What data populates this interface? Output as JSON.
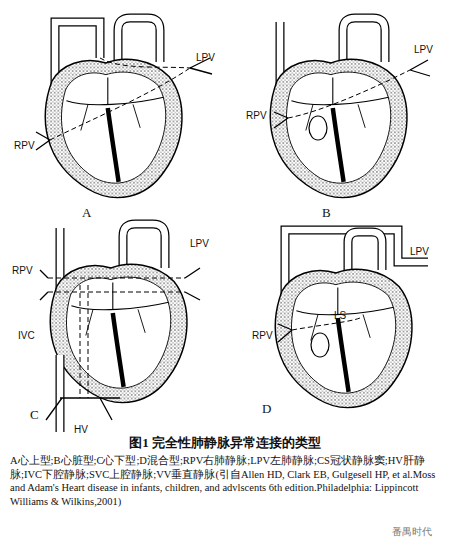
{
  "diagram": {
    "title": "图1 完全性肺静脉异常连接的类型",
    "caption": "A心上型;B心脏型;C心下型;D混合型;RPV右肺静脉;LPV左肺静脉;CS冠状静脉窦;HV肝静脉;IVC下腔静脉;SVC上腔静脉;VV垂直静脉(引自Allen HD, Clark EB, Gulgesell HP, et al.Moss and Adam's Heart disease in infants, children, and advlscents 6th edition.Philadelphia: Lippincott Williams & Wilkins,2001)",
    "labels": [
      "LPV",
      "RPV",
      "A",
      "LPV",
      "RPV",
      "B",
      "LPV",
      "RPV",
      "IVC",
      "HV",
      "C",
      "LPV",
      "LS",
      "RPV",
      "D",
      "番禺时代"
    ]
  }
}
